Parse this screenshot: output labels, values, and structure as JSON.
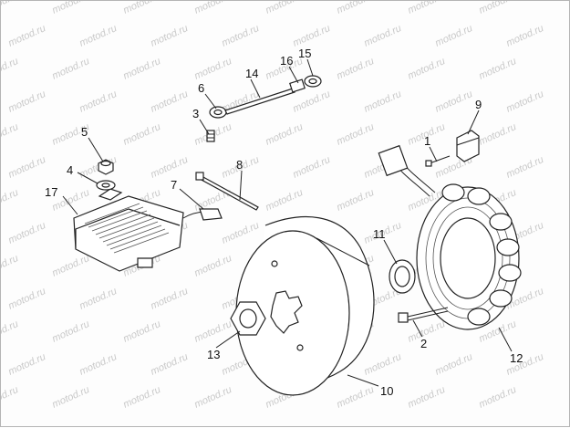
{
  "watermark": {
    "text": "motod.ru"
  },
  "callouts": [
    {
      "id": "1",
      "label": "1"
    },
    {
      "id": "2",
      "label": "2"
    },
    {
      "id": "3",
      "label": "3"
    },
    {
      "id": "4",
      "label": "4"
    },
    {
      "id": "5",
      "label": "5"
    },
    {
      "id": "6",
      "label": "6"
    },
    {
      "id": "7",
      "label": "7"
    },
    {
      "id": "8",
      "label": "8"
    },
    {
      "id": "9",
      "label": "9"
    },
    {
      "id": "10",
      "label": "10"
    },
    {
      "id": "11",
      "label": "11"
    },
    {
      "id": "12",
      "label": "12"
    },
    {
      "id": "13",
      "label": "13"
    },
    {
      "id": "14",
      "label": "14"
    },
    {
      "id": "15",
      "label": "15"
    },
    {
      "id": "16",
      "label": "16"
    },
    {
      "id": "17",
      "label": "17"
    }
  ],
  "colors": {
    "line": "#222222",
    "watermark": "#c9c9c9",
    "background": "#fdfdfd"
  }
}
